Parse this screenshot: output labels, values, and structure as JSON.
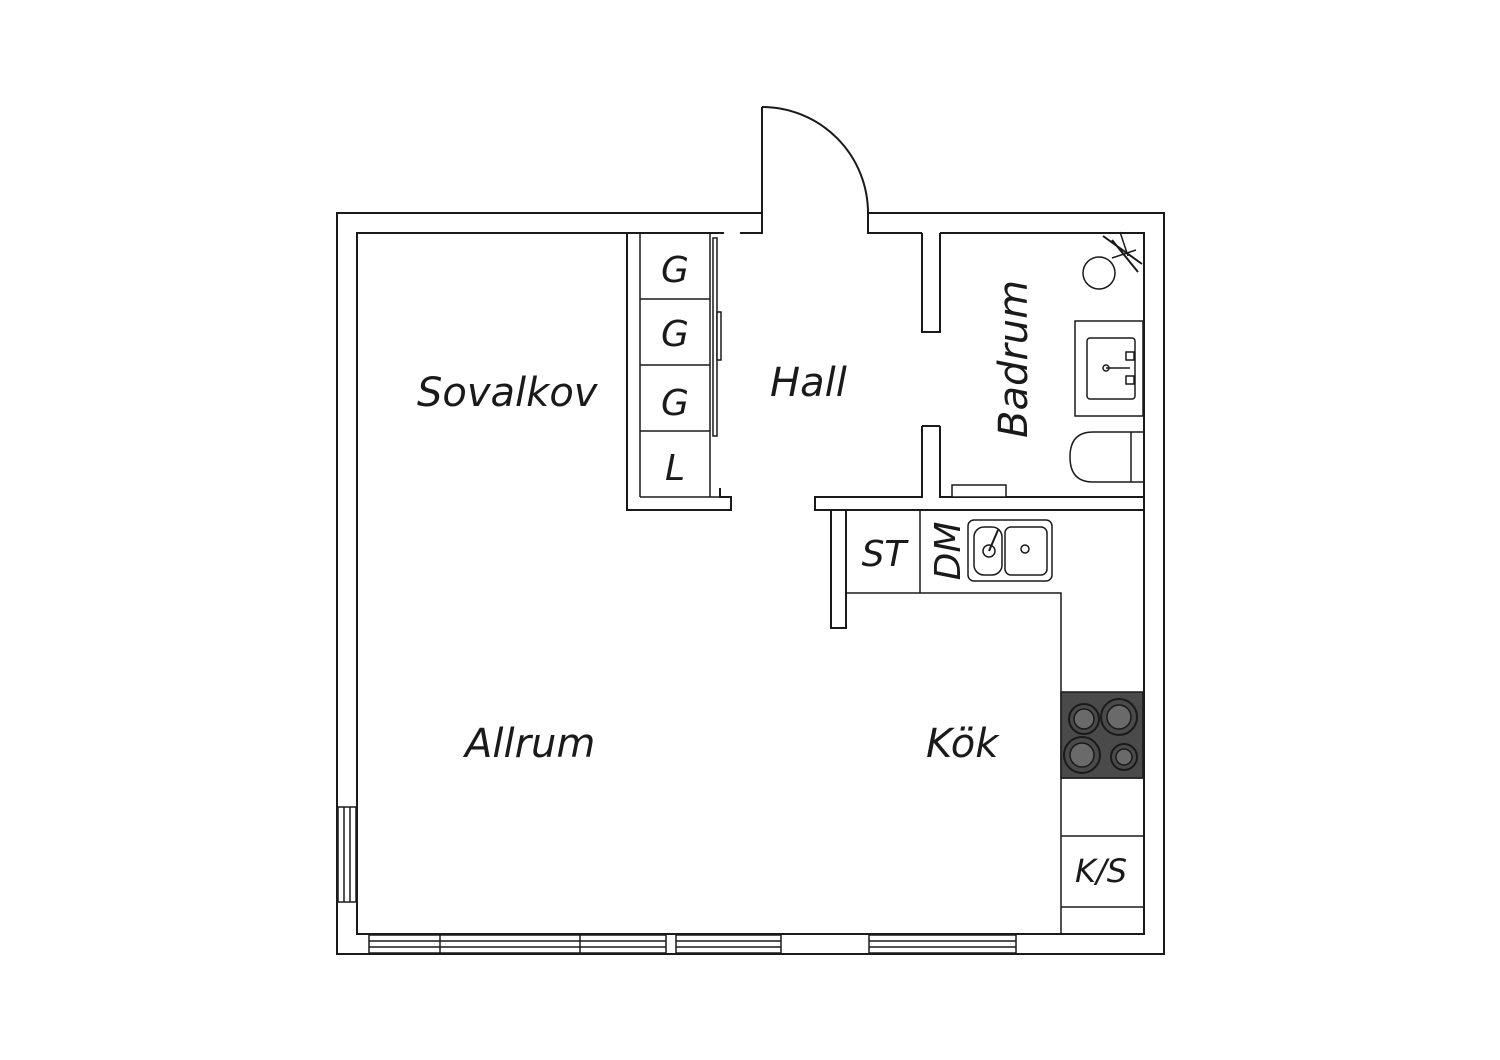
{
  "rooms": {
    "sovalkov": "Sovalkov",
    "hall": "Hall",
    "badrum": "Badrum",
    "allrum": "Allrum",
    "kok": "Kök"
  },
  "fixtures": {
    "wardrobe_1": "G",
    "wardrobe_2": "G",
    "wardrobe_3": "G",
    "linen_closet": "L",
    "storage": "ST",
    "dishwasher": "DM",
    "fridge_freezer": "K/S"
  },
  "colors": {
    "line": "#1a1a1a",
    "stove": "#4a4a4a",
    "background": "#ffffff"
  }
}
